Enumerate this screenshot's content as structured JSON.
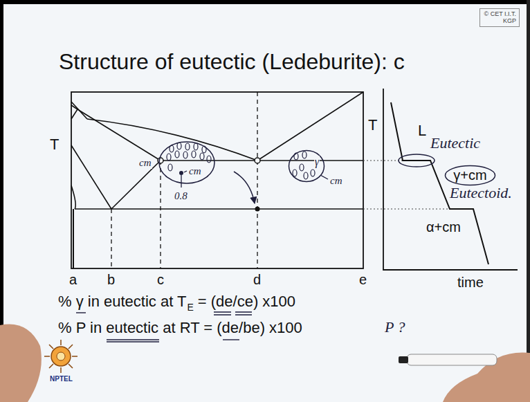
{
  "diagram": {
    "title": "Structure of eutectic (Ledeburite): c",
    "nodes": [
      {
        "text": [
          "© CET I.I.T. KGP"
        ]
      },
      {
        "text": [
          "γ"
        ]
      },
      {
        "text": [
          "γ+cm"
        ]
      }
    ],
    "labels": [
      "T",
      "cm",
      "cm",
      "0.8",
      "cm",
      "T",
      "L",
      "Eutectic",
      "Eutectoid.",
      "α+cm",
      "a",
      "b",
      "c",
      "d",
      "e",
      "time",
      "% γ in eutectic at T",
      "E",
      "= (de/ce) x100",
      "% P in eutectic at RT = (de/be) x100",
      "P ?",
      "NPTEL"
    ]
  }
}
